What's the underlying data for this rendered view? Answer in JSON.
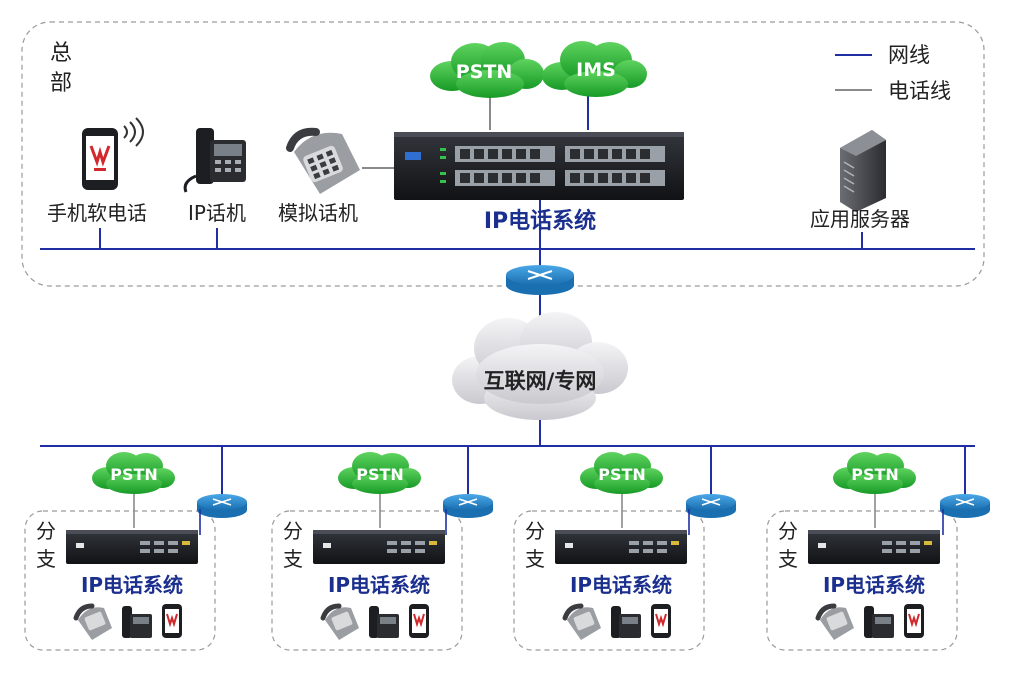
{
  "legend": {
    "network_line_label": "网线",
    "phone_line_label": "电话线"
  },
  "headquarters": {
    "label_line1": "总",
    "label_line2": "部",
    "pstn": "PSTN",
    "ims": "IMS",
    "system_label": "IP电话系统",
    "devices": {
      "mobile": "手机软电话",
      "ip_phone": "IP话机",
      "analog_phone": "模拟话机",
      "server": "应用服务器"
    }
  },
  "internet": "互联网/专网",
  "branches": [
    {
      "label_line1": "分",
      "label_line2": "支",
      "pstn": "PSTN",
      "system_label": "IP电话系统"
    },
    {
      "label_line1": "分",
      "label_line2": "支",
      "pstn": "PSTN",
      "system_label": "IP电话系统"
    },
    {
      "label_line1": "分",
      "label_line2": "支",
      "pstn": "PSTN",
      "system_label": "IP电话系统"
    },
    {
      "label_line1": "分",
      "label_line2": "支",
      "pstn": "PSTN",
      "system_label": "IP电话系统"
    }
  ],
  "colors": {
    "network_line": "#1f2fa3",
    "phone_line": "#8a8a8a",
    "pstn_cloud": "#2fb53a",
    "internet_cloud": "#e6e6ea",
    "router": "#2a86c8",
    "system_label": "#1b2f8f",
    "device_body": "#1c1e22"
  }
}
